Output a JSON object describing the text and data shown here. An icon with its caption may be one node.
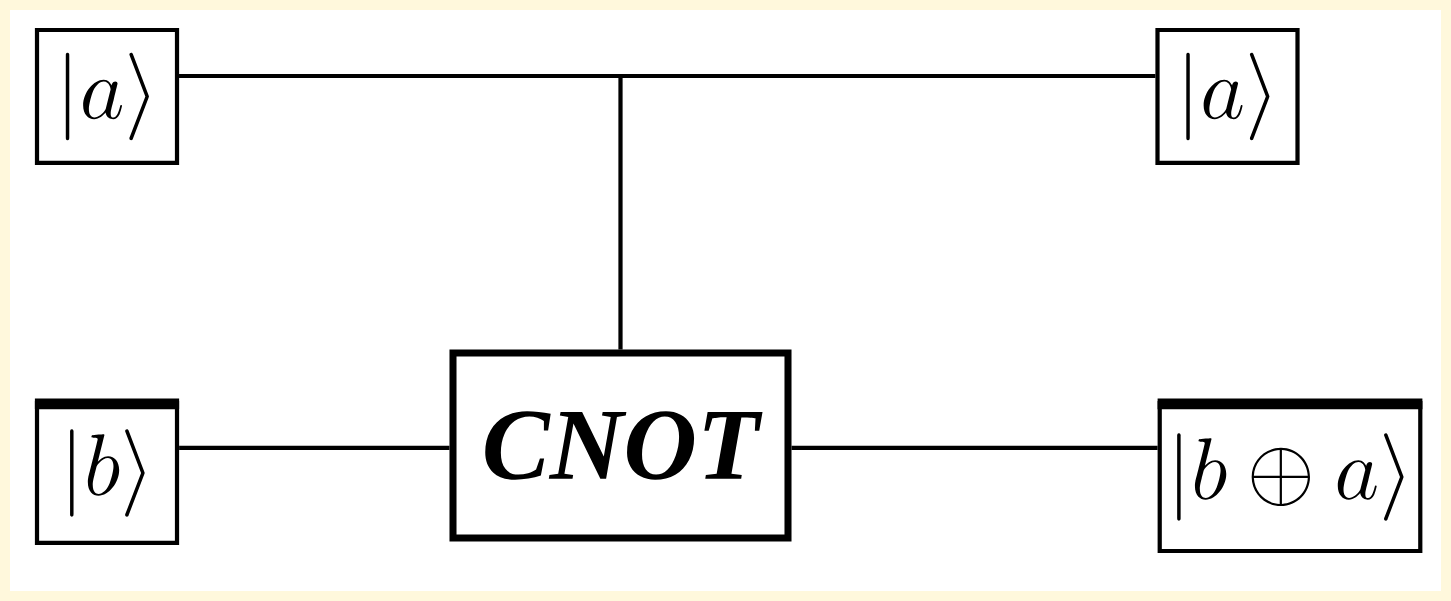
{
  "diagram": {
    "nodes": [
      {
        "text": [
          "|a\\rangle"
        ]
      },
      {
        "text": [
          "|a\\rangle"
        ]
      },
      {
        "text": [
          "|b\\rangle"
        ]
      },
      {
        "text": [
          "CNOT"
        ]
      },
      {
        "text": [
          "|b \\oplus a\\rangle"
        ]
      }
    ],
    "edges": [
      {
        "from": 0,
        "to": 1,
        "arrow": "none"
      },
      {
        "from": 0,
        "to": 3,
        "arrow": "none"
      },
      {
        "from": 2,
        "to": 3,
        "arrow": "none"
      },
      {
        "from": 3,
        "to": 4,
        "arrow": "none"
      }
    ]
  }
}
